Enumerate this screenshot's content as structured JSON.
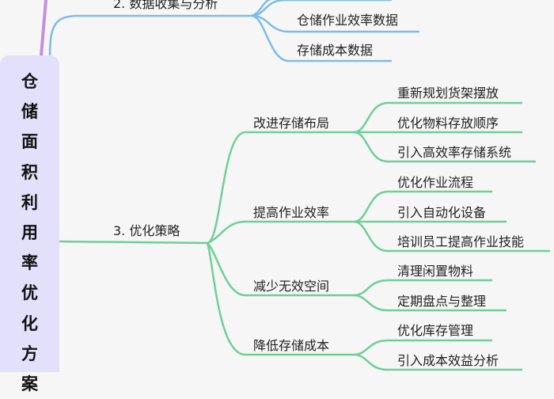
{
  "root": {
    "title": "仓储面积利用率优化方案",
    "chars": [
      "仓",
      "储",
      "面",
      "积",
      "利",
      "用",
      "率",
      "优",
      "化",
      "方",
      "案"
    ],
    "bg_color": "#e2e0fb"
  },
  "branches": [
    {
      "label": "2. 数据收集与分析",
      "color": "#7fbbe8",
      "children": [
        {
          "label": "仓储作业效率数据"
        },
        {
          "label": "存储成本数据"
        }
      ]
    },
    {
      "label": "3. 优化策略",
      "color": "#6fcf97",
      "children": [
        {
          "label": "改进存储布局",
          "children": [
            "重新规划货架摆放",
            "优化物料存放顺序",
            "引入高效率存储系统"
          ]
        },
        {
          "label": "提高作业效率",
          "children": [
            "优化作业流程",
            "引入自动化设备",
            "培训员工提高作业技能"
          ]
        },
        {
          "label": "减少无效空间",
          "children": [
            "清理闲置物料",
            "定期盘点与整理"
          ]
        },
        {
          "label": "降低存储成本",
          "children": [
            "优化库存管理",
            "引入成本效益分析"
          ]
        }
      ]
    }
  ],
  "colors": {
    "background": "#f6f6f6",
    "branch1_line": "#c58fe0",
    "branch2_line": "#7fbbe8",
    "branch3_line": "#6fcf97"
  }
}
